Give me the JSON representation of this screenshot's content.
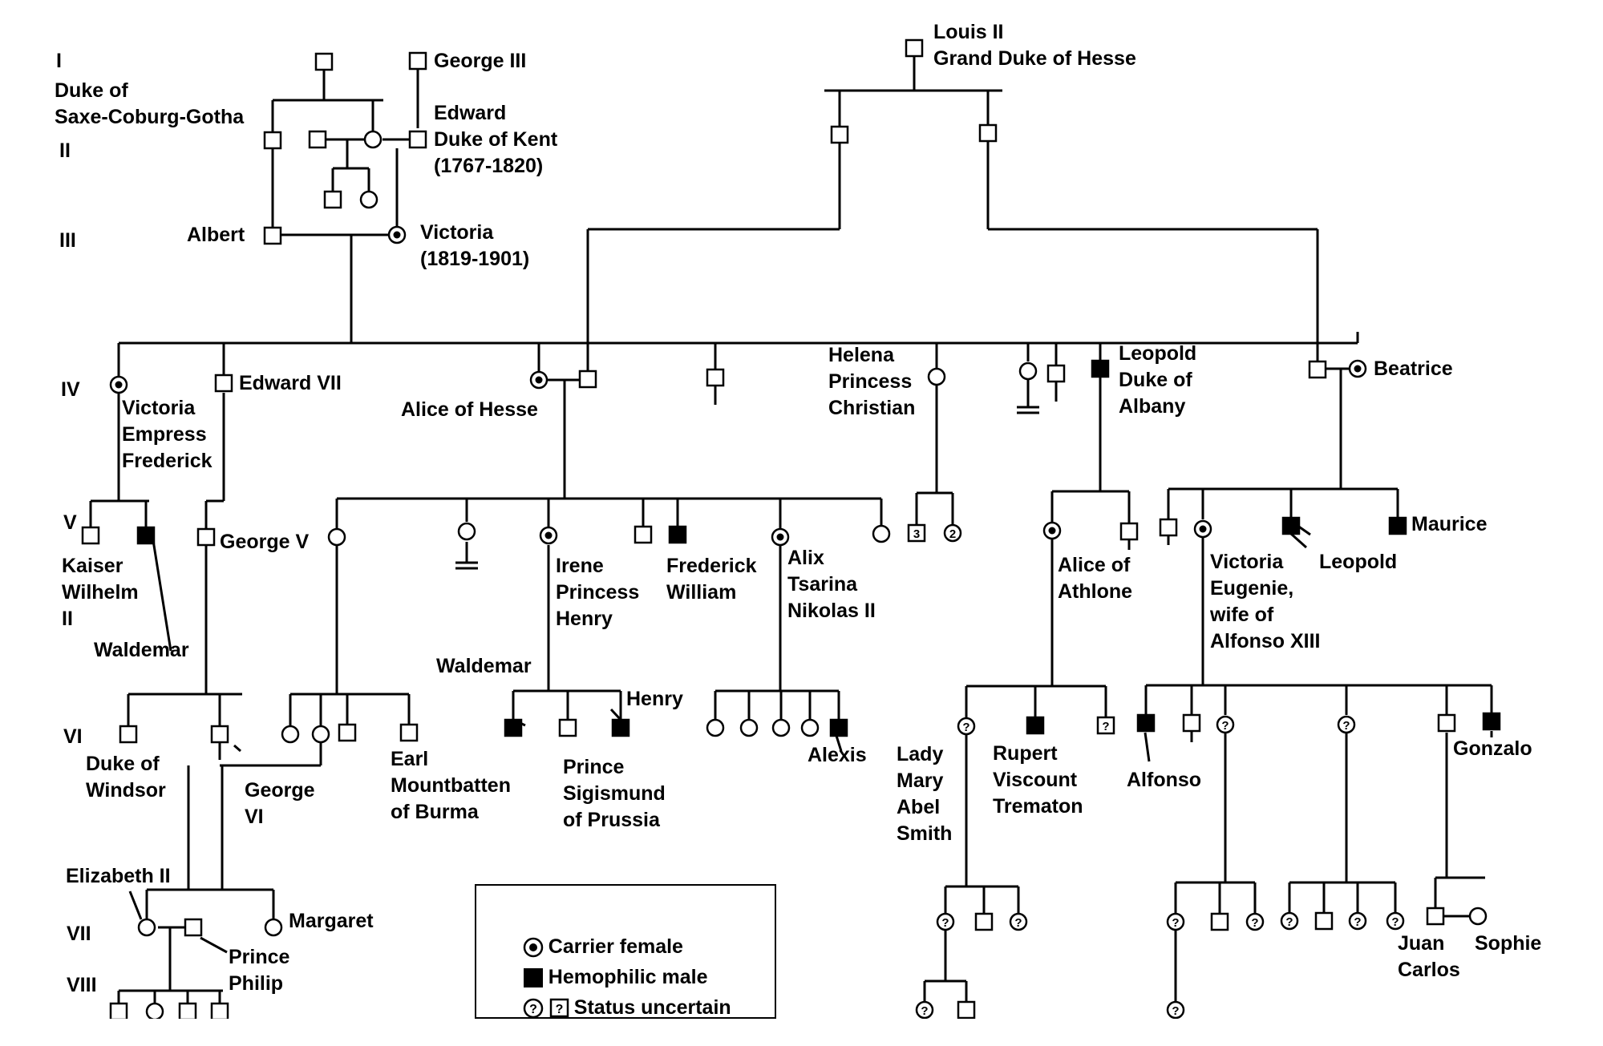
{
  "generations": [
    "I",
    "II",
    "III",
    "IV",
    "V",
    "VI",
    "VII",
    "VIII"
  ],
  "people": {
    "george_iii": "George III",
    "duke_saxe": "Duke of\nSaxe-Coburg-Gotha",
    "edward_kent": "Edward\nDuke of Kent\n(1767-1820)",
    "albert": "Albert",
    "victoria": "Victoria\n(1819-1901)",
    "louis_ii": "Louis II\nGrand Duke of Hesse",
    "victoria_empress": "Victoria\nEmpress\nFrederick",
    "edward_vii": "Edward VII",
    "alice_hesse": "Alice of Hesse",
    "helena": "Helena\nPrincess\nChristian",
    "leopold_albany": "Leopold\nDuke of\nAlbany",
    "beatrice": "Beatrice",
    "kaiser": "Kaiser\nWilhelm\nII",
    "waldemar_v": "Waldemar",
    "george_v": "George V",
    "irene": "Irene\nPrincess\nHenry",
    "frederick_william": "Frederick\nWilliam",
    "alix": "Alix\nTsarina\nNikolas II",
    "alice_athlone": "Alice of\nAthlone",
    "victoria_eugenie": "Victoria\nEugenie,\nwife of\nAlfonso XIII",
    "leopold_v": "Leopold",
    "maurice": "Maurice",
    "duke_windsor": "Duke of\nWindsor",
    "george_vi": "George\nVI",
    "mountbatten": "Earl\nMountbatten\nof Burma",
    "waldemar_vi": "Waldemar",
    "henry": "Henry",
    "sigismund": "Prince\nSigismund\nof Prussia",
    "alexis": "Alexis",
    "lady_mary": "Lady\nMary\nAbel\nSmith",
    "rupert": "Rupert\nViscount\nTrematon",
    "alfonso": "Alfonso",
    "gonzalo": "Gonzalo",
    "elizabeth_ii": "Elizabeth II",
    "margaret": "Margaret",
    "prince_philip": "Prince\nPhilip",
    "juan_carlos": "Juan\nCarlos",
    "sophie": "Sophie"
  },
  "sibling_counts": {
    "helena_sons": "3",
    "helena_daughters": "2"
  },
  "legend": {
    "carrier": "Carrier female",
    "hemophilic": "Hemophilic male",
    "uncertain": "Status uncertain",
    "uncertain_glyph": "?"
  }
}
